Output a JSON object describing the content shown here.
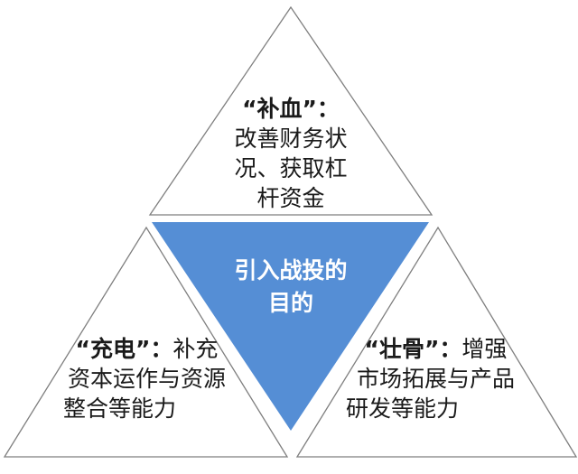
{
  "colors": {
    "center_fill": "#558ED5",
    "outline": "#7f7f7f"
  },
  "center": {
    "lines": [
      "引入战投的",
      "目的"
    ]
  },
  "top": {
    "title": "“补血”：",
    "lines": [
      "改善财务状",
      "况、获取杠",
      "杆资金"
    ]
  },
  "left": {
    "title": "“充电”：",
    "title_rest": "补充",
    "lines": [
      "资本运作与资源",
      "整合等能力"
    ]
  },
  "right": {
    "title": "“壮骨”：",
    "title_rest": "增强",
    "lines": [
      "市场拓展与产品",
      "研发等能力"
    ]
  }
}
